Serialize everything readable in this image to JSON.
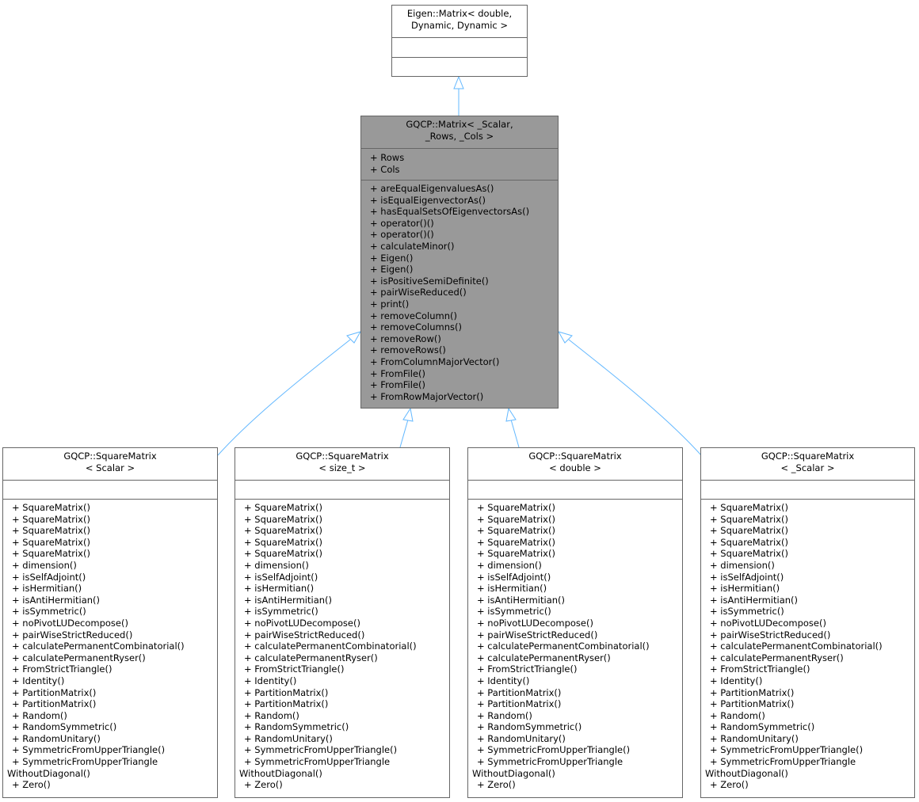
{
  "base_class": {
    "name_lines": [
      "Eigen::Matrix< double,",
      "Dynamic, Dynamic >"
    ],
    "attributes": [],
    "methods": []
  },
  "matrix_class": {
    "name_lines": [
      "GQCP::Matrix< _Scalar,",
      "_Rows, _Cols >"
    ],
    "attributes": [
      "+ Rows",
      "+ Cols"
    ],
    "methods": [
      "+ areEqualEigenvaluesAs()",
      "+ isEqualEigenvectorAs()",
      "+ hasEqualSetsOfEigenvectorsAs()",
      "+ operator()()",
      "+ operator()()",
      "+ calculateMinor()",
      "+ Eigen()",
      "+ Eigen()",
      "+ isPositiveSemiDefinite()",
      "+ pairWiseReduced()",
      "+ print()",
      "+ removeColumn()",
      "+ removeColumns()",
      "+ removeRow()",
      "+ removeRows()",
      "+ FromColumnMajorVector()",
      "+ FromFile()",
      "+ FromFile()",
      "+ FromRowMajorVector()"
    ]
  },
  "square_methods": [
    "+ SquareMatrix()",
    "+ SquareMatrix()",
    "+ SquareMatrix()",
    "+ SquareMatrix()",
    "+ SquareMatrix()",
    "+ dimension()",
    "+ isSelfAdjoint()",
    "+ isHermitian()",
    "+ isAntiHermitian()",
    "+ isSymmetric()",
    "+ noPivotLUDecompose()",
    "+ pairWiseStrictReduced()",
    "+ calculatePermanentCombinatorial()",
    "+ calculatePermanentRyser()",
    "+ FromStrictTriangle()",
    "+ Identity()",
    "+ PartitionMatrix()",
    "+ PartitionMatrix()",
    "+ Random()",
    "+ RandomSymmetric()",
    "+ RandomUnitary()",
    "+ SymmetricFromUpperTriangle()",
    "+ SymmetricFromUpperTriangle",
    "WithoutDiagonal()",
    "+ Zero()"
  ],
  "derived_classes": [
    {
      "name_lines": [
        "GQCP::SquareMatrix",
        "< Scalar >"
      ]
    },
    {
      "name_lines": [
        "GQCP::SquareMatrix",
        "< size_t >"
      ]
    },
    {
      "name_lines": [
        "GQCP::SquareMatrix",
        "< double >"
      ]
    },
    {
      "name_lines": [
        "GQCP::SquareMatrix",
        "< _Scalar >"
      ]
    }
  ],
  "colors": {
    "edge": "#63b8ff",
    "focus_fill": "#999999",
    "border": "#666666"
  }
}
